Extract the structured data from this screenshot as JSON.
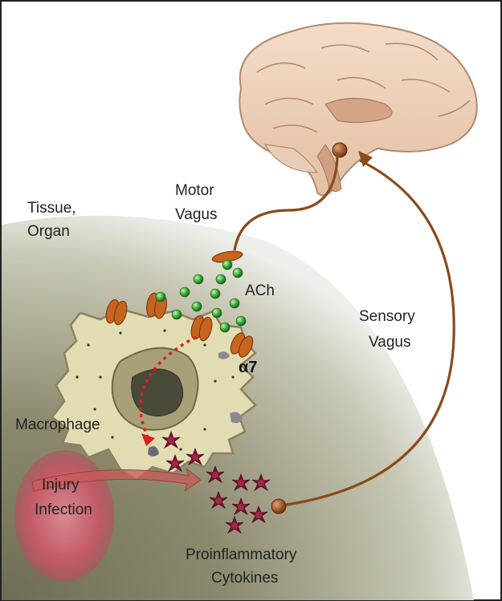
{
  "labels": {
    "tissue_line1": "Tissue,",
    "tissue_line2": "Organ",
    "motor_line1": "Motor",
    "motor_line2": "Vagus",
    "ach": "ACh",
    "sensory_line1": "Sensory",
    "sensory_line2": "Vagus",
    "alpha7": "α7",
    "macrophage": "Macrophage",
    "injury_line1": "Injury",
    "injury_line2": "Infection",
    "cytokines_line1": "Proinflammatory",
    "cytokines_line2": "Cytokines"
  },
  "colors": {
    "nerve": "#8a4a1c",
    "receptor": "#c8641e",
    "ach_granule": "#3fae3f",
    "cytokine": "#7a1430",
    "signal_arrow": "#e02020",
    "injury": "#c85a6a",
    "tissue_shade": "#8c8a6e"
  },
  "icons": {
    "brain": "brain-icon",
    "macrophage": "macrophage-cell-icon",
    "receptor": "alpha7-receptor-icon",
    "ach": "acetylcholine-granule-icon",
    "cytokine": "cytokine-icon"
  }
}
